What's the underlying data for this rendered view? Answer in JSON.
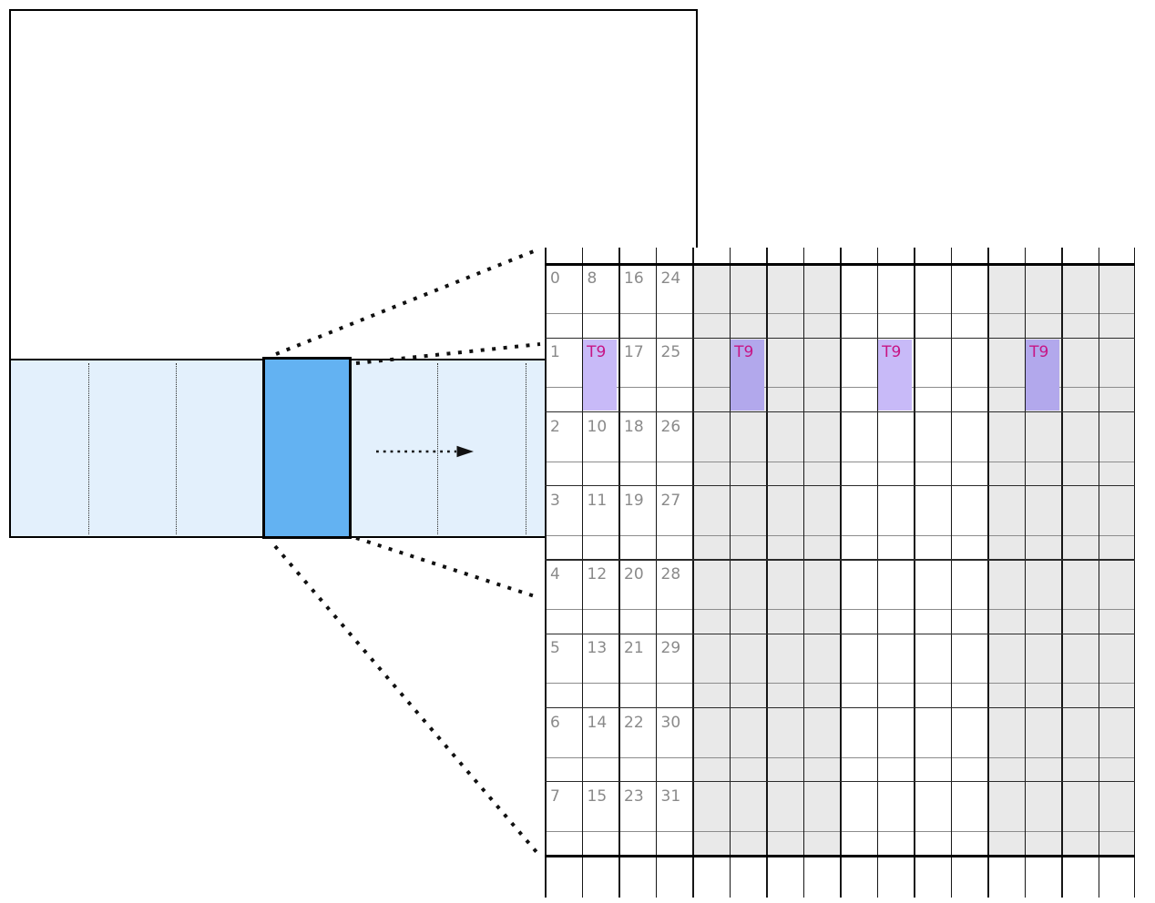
{
  "diagram": {
    "left_panel": {
      "band_fill": "#e3f0fc",
      "tile_fill": "#63b2f2",
      "sweep_arrow_direction": "right"
    },
    "zoom_grid": {
      "num_columns": 16,
      "label_color": "#8a8a8a",
      "shade_color": "#e9e9e9",
      "rows": [
        {
          "cells": [
            "0",
            "8",
            "16",
            "24"
          ]
        },
        {
          "cells": [
            "1",
            "",
            "17",
            "25"
          ]
        },
        {
          "cells": [
            "2",
            "10",
            "18",
            "26"
          ]
        },
        {
          "cells": [
            "3",
            "11",
            "19",
            "27"
          ]
        },
        {
          "cells": [
            "4",
            "12",
            "20",
            "28"
          ]
        },
        {
          "cells": [
            "5",
            "13",
            "21",
            "29"
          ]
        },
        {
          "cells": [
            "6",
            "14",
            "22",
            "30"
          ]
        },
        {
          "cells": [
            "7",
            "15",
            "23",
            "31"
          ]
        }
      ],
      "shaded_column_groups": [
        {
          "start": 4,
          "end": 7
        },
        {
          "start": 12,
          "end": 15
        }
      ],
      "highlights": [
        {
          "row": 1,
          "col": 1,
          "label": "T9"
        },
        {
          "row": 1,
          "col": 5,
          "label": "T9"
        },
        {
          "row": 1,
          "col": 9,
          "label": "T9"
        },
        {
          "row": 1,
          "col": 13,
          "label": "T9"
        }
      ],
      "highlight_fill": "#c8baf8",
      "highlight_fill_on_shade": "#b2a8ec",
      "highlight_text_color": "#c71585"
    }
  }
}
